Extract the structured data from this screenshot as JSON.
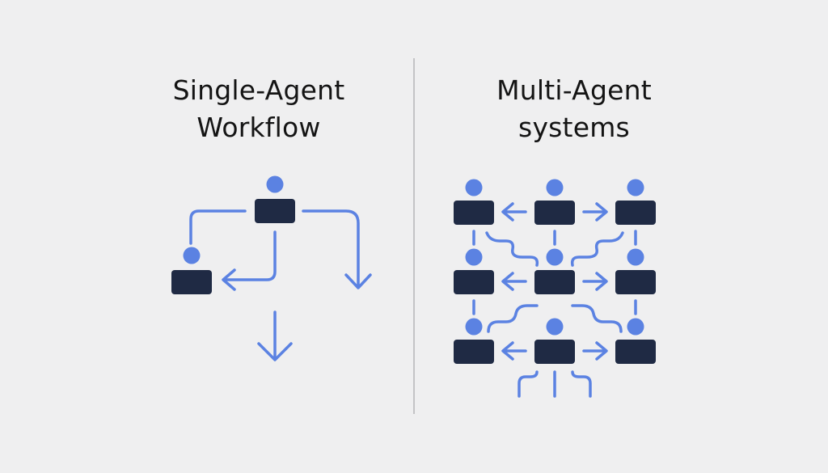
{
  "left_panel": {
    "title_line1": "Single-Agent",
    "title_line2": "Workflow"
  },
  "right_panel": {
    "title_line1": "Multi-Agent",
    "title_line2": "systems"
  },
  "colors": {
    "background": "#efeff0",
    "agent_head": "#5b82e2",
    "agent_body": "#1f2a44",
    "connector": "#5b82e2",
    "divider": "#c3c3c6",
    "text": "#141414"
  },
  "icons": {
    "agent": "person-icon",
    "flow": "arrow-icon"
  }
}
